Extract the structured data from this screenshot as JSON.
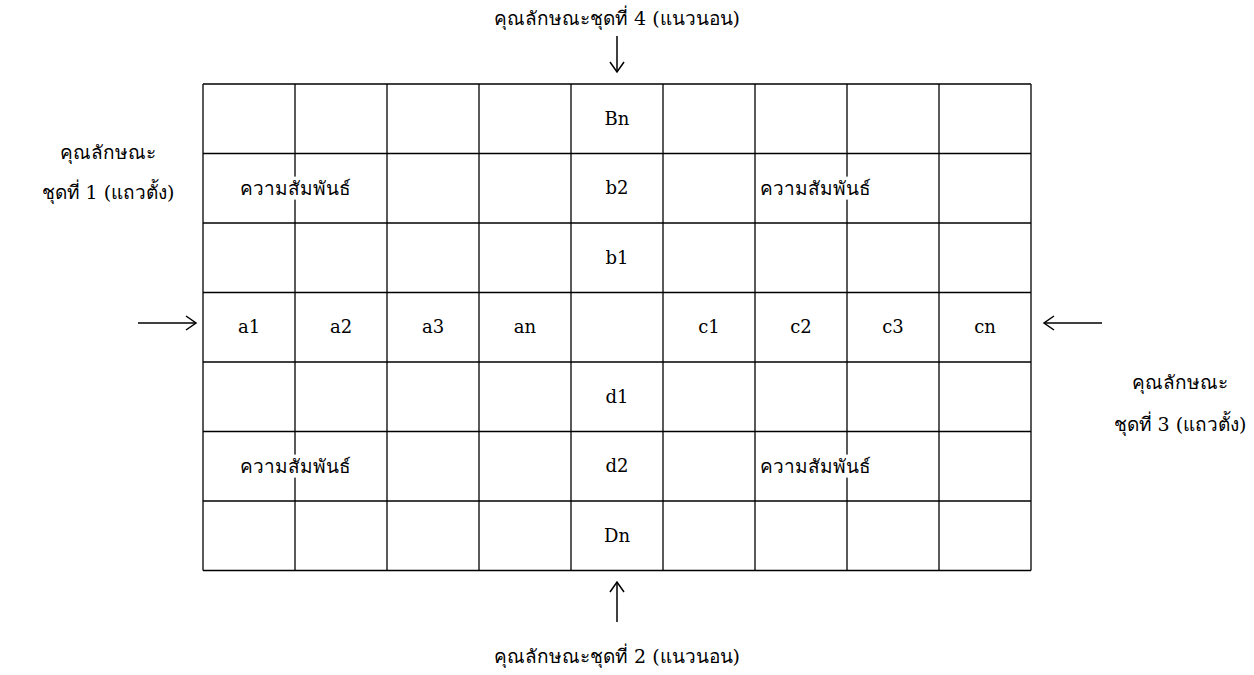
{
  "diagram": {
    "labels": [
      "คุณลักษณะชุดที่ 4 (แนวนอน)",
      "Bn",
      "ความสัมพันธ์",
      "b2",
      "ความสัมพันธ์",
      "คุณลักษณะ",
      "ชุดที่ 1 (แถวตั้ง)",
      "b1",
      "a1",
      "a2",
      "a3",
      "an",
      "c1",
      "c2",
      "c3",
      "cn",
      "d1",
      "คุณลักษณะ",
      "ชุดที่ 3 (แถวตั้ง)",
      "ความสัมพันธ์",
      "d2",
      "ความสัมพันธ์",
      "Dn",
      "คุณลักษณะชุดที่ 2 (แนวนอน)"
    ]
  }
}
